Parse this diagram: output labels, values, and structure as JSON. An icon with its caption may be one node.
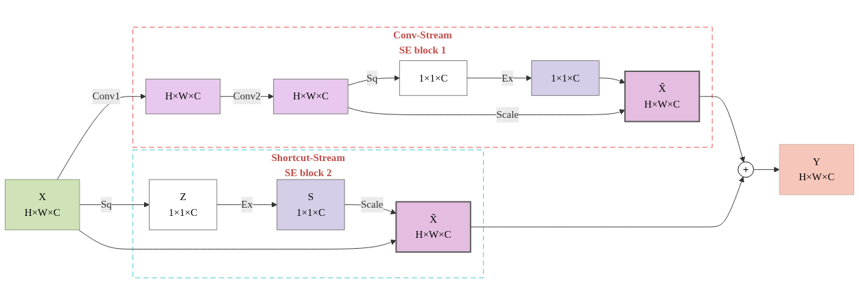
{
  "diagram": {
    "nodes": [
      {
        "text": [
          "X",
          "H×W×C"
        ]
      },
      {
        "text": [
          "Conv-Stream",
          "SE block 1"
        ]
      },
      {
        "text": [
          "H×W×C"
        ],
        "in": 1
      },
      {
        "text": [
          "H×W×C"
        ],
        "in": 1
      },
      {
        "text": [
          "1×1×C"
        ],
        "in": 1
      },
      {
        "text": [
          "1×1×C"
        ],
        "in": 1
      },
      {
        "text": [
          "X̂",
          "H×W×C"
        ],
        "in": 1
      },
      {
        "text": [
          "Shortcut-Stream",
          "SE block 2"
        ]
      },
      {
        "text": [
          "Z",
          "1×1×C"
        ],
        "in": 7
      },
      {
        "text": [
          "S",
          "1×1×C"
        ],
        "in": 7
      },
      {
        "text": [
          "X̃",
          "H×W×C"
        ],
        "in": 7
      },
      {
        "text": [
          "+"
        ]
      },
      {
        "text": [
          "Y",
          "H×W×C"
        ]
      }
    ],
    "edges": [
      {
        "from": 0,
        "to": 2,
        "arrow": "to",
        "label": "Conv1"
      },
      {
        "from": 2,
        "to": 3,
        "arrow": "to",
        "label": "Conv2"
      },
      {
        "from": 3,
        "to": 4,
        "arrow": "to",
        "label": "Sq"
      },
      {
        "from": 4,
        "to": 5,
        "arrow": "to",
        "label": "Ex"
      },
      {
        "from": 5,
        "to": 6,
        "arrow": "to"
      },
      {
        "from": 3,
        "to": 6,
        "arrow": "to",
        "label": "Scale"
      },
      {
        "from": 0,
        "to": 8,
        "arrow": "to",
        "label": "Sq"
      },
      {
        "from": 8,
        "to": 9,
        "arrow": "to",
        "label": "Ex"
      },
      {
        "from": 9,
        "to": 10,
        "arrow": "to",
        "label": "Scale"
      },
      {
        "from": 0,
        "to": 10,
        "arrow": "to"
      },
      {
        "from": 6,
        "to": 11,
        "arrow": "to"
      },
      {
        "from": 10,
        "to": 11,
        "arrow": "to"
      },
      {
        "from": 11,
        "to": 12,
        "arrow": "to"
      }
    ]
  }
}
